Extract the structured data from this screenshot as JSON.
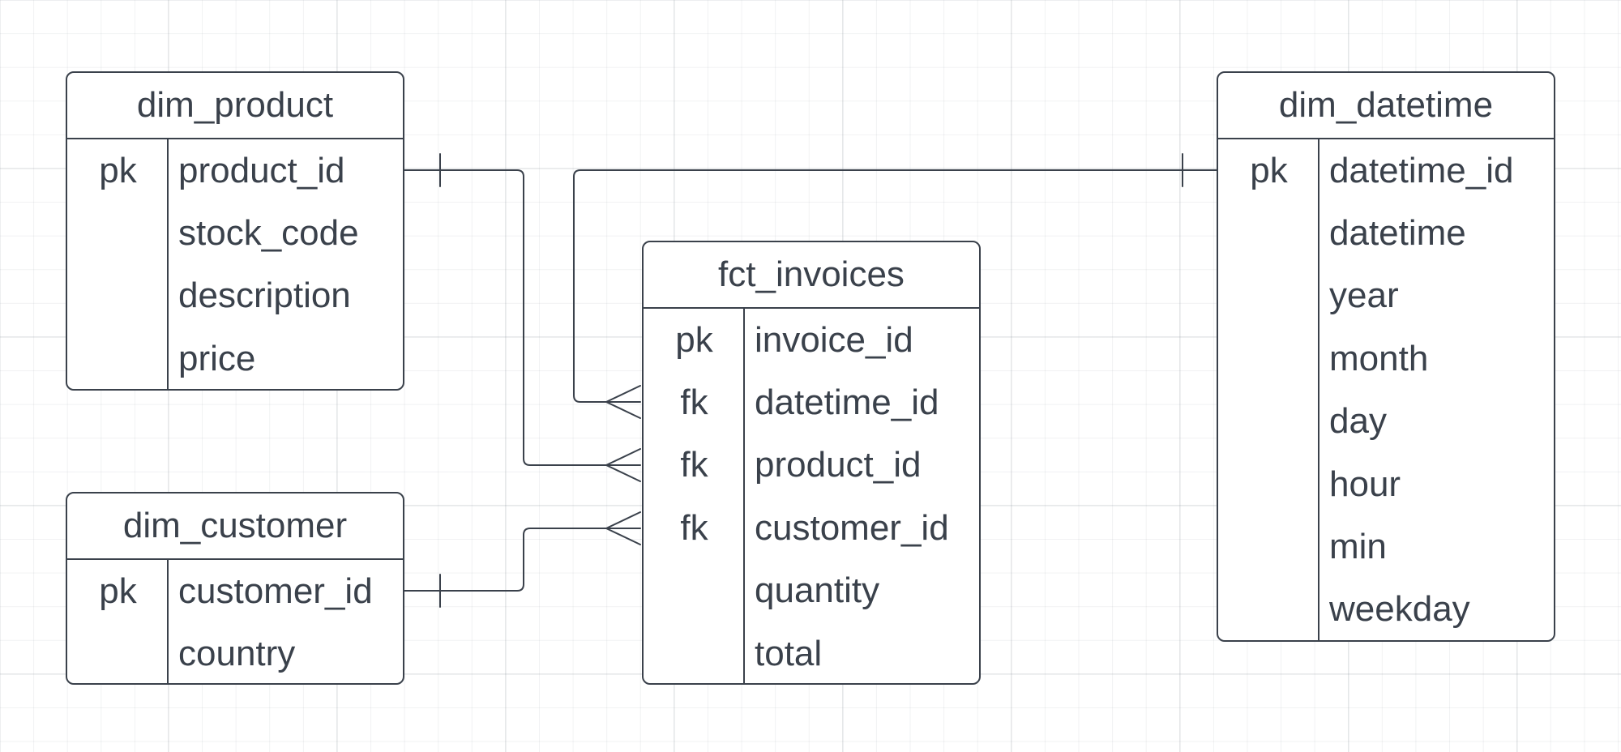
{
  "diagram": {
    "type": "entity-relationship",
    "entities": [
      {
        "id": "dim_product",
        "title": "dim_product",
        "rows": [
          {
            "key": "pk",
            "name": "product_id"
          },
          {
            "key": "",
            "name": "stock_code"
          },
          {
            "key": "",
            "name": "description"
          },
          {
            "key": "",
            "name": "price"
          }
        ]
      },
      {
        "id": "dim_customer",
        "title": "dim_customer",
        "rows": [
          {
            "key": "pk",
            "name": "customer_id"
          },
          {
            "key": "",
            "name": "country"
          }
        ]
      },
      {
        "id": "fct_invoices",
        "title": "fct_invoices",
        "rows": [
          {
            "key": "pk",
            "name": "invoice_id"
          },
          {
            "key": "fk",
            "name": "datetime_id"
          },
          {
            "key": "fk",
            "name": "product_id"
          },
          {
            "key": "fk",
            "name": "customer_id"
          },
          {
            "key": "",
            "name": "quantity"
          },
          {
            "key": "",
            "name": "total"
          }
        ]
      },
      {
        "id": "dim_datetime",
        "title": "dim_datetime",
        "rows": [
          {
            "key": "pk",
            "name": "datetime_id"
          },
          {
            "key": "",
            "name": "datetime"
          },
          {
            "key": "",
            "name": "year"
          },
          {
            "key": "",
            "name": "month"
          },
          {
            "key": "",
            "name": "day"
          },
          {
            "key": "",
            "name": "hour"
          },
          {
            "key": "",
            "name": "min"
          },
          {
            "key": "",
            "name": "weekday"
          }
        ]
      }
    ],
    "relationships": [
      {
        "from": "dim_product.product_id",
        "to": "fct_invoices.product_id",
        "from_cardinality": "one",
        "to_cardinality": "many"
      },
      {
        "from": "dim_customer.customer_id",
        "to": "fct_invoices.customer_id",
        "from_cardinality": "one",
        "to_cardinality": "many"
      },
      {
        "from": "dim_datetime.datetime_id",
        "to": "fct_invoices.datetime_id",
        "from_cardinality": "one",
        "to_cardinality": "many"
      }
    ],
    "style": {
      "line_color": "#3a414b",
      "text_color": "#3a414b",
      "background": "#ffffff",
      "grid": true
    }
  }
}
